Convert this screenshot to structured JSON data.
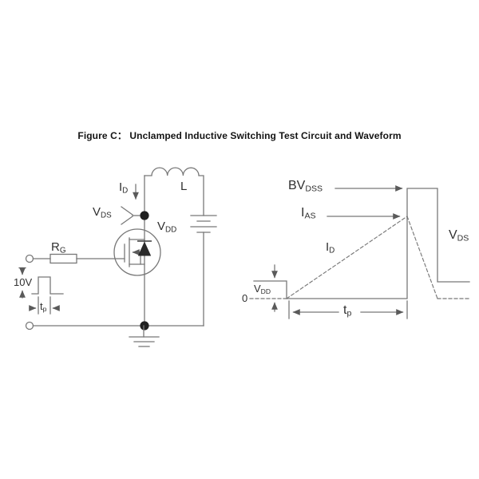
{
  "figure": {
    "title": "Figure C： Unclamped Inductive Switching Test Circuit and Waveform"
  },
  "circuit": {
    "labels": {
      "gate_resistor": {
        "base": "R",
        "sub": "G"
      },
      "drain_current": {
        "base": "I",
        "sub": "D"
      },
      "drain_source_voltage": {
        "base": "V",
        "sub": "DS"
      },
      "supply_voltage": {
        "base": "V",
        "sub": "DD"
      },
      "inductor": "L",
      "pulse_amplitude": "10V",
      "pulse_width": {
        "base": "t",
        "sub": "p"
      }
    }
  },
  "waveform": {
    "labels": {
      "breakdown_voltage": {
        "base": "BV",
        "sub": "DSS"
      },
      "avalanche_current": {
        "base": "I",
        "sub": "AS"
      },
      "drain_current": {
        "base": "I",
        "sub": "D"
      },
      "drain_source_voltage": {
        "base": "V",
        "sub": "DS"
      },
      "supply_voltage": {
        "base": "V",
        "sub": "DD"
      },
      "zero_level": "0",
      "pulse_width": {
        "base": "t",
        "sub": "p"
      }
    }
  },
  "colors": {
    "line": "#787878",
    "text": "#303030",
    "title": "#141414",
    "fill": "#1f1f1f",
    "background": "#ffffff"
  }
}
